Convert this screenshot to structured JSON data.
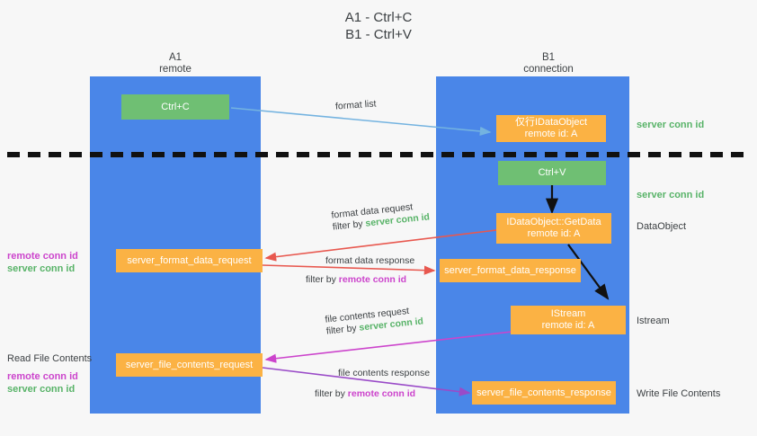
{
  "title": {
    "line1": "A1 - Ctrl+C",
    "line2": "B1 - Ctrl+V"
  },
  "lanes": [
    {
      "id": "a1",
      "name": "A1",
      "sub": "remote",
      "color": "#4a86e8"
    },
    {
      "id": "b1",
      "name": "B1",
      "sub": "connection",
      "color": "#4a86e8"
    }
  ],
  "colors": {
    "lane": "#4a86e8",
    "green_box": "#6fbf73",
    "orange_box": "#fbb244",
    "server_conn_id": "#58b368",
    "remote_conn_id": "#cc44cc",
    "arrow_blue": "#74b3e0",
    "arrow_red": "#e8584f",
    "arrow_magenta": "#cc44cc",
    "arrow_purple": "#9a4bc8",
    "arrow_black": "#000000",
    "divider": "#000000",
    "background": "#f7f7f7"
  },
  "nodes": {
    "ctrl_c": {
      "label": "Ctrl+C",
      "sub": ""
    },
    "idataobject": {
      "label": "仅行IDataObject",
      "sub": "remote id: A"
    },
    "ctrl_v": {
      "label": "Ctrl+V",
      "sub": ""
    },
    "getdata": {
      "label": "IDataObject::GetData",
      "sub": "remote id: A"
    },
    "server_format_data_request": {
      "label": "server_format_data_request",
      "sub": ""
    },
    "server_format_data_response": {
      "label": "server_format_data_response",
      "sub": ""
    },
    "istream": {
      "label": "IStream",
      "sub": "remote id: A"
    },
    "server_file_contents_request": {
      "label": "server_file_contents_request",
      "sub": ""
    },
    "server_file_contents_response": {
      "label": "server_file_contents_response",
      "sub": ""
    }
  },
  "edge_labels": {
    "format_list": "format list",
    "format_data_request": "format data request",
    "format_data_request_filter_prefix": "filter by ",
    "format_data_request_filter_value": "server conn id",
    "format_data_response": "format data response",
    "format_data_response_filter_prefix": "filter by ",
    "format_data_response_filter_value": "remote conn id",
    "file_contents_request": "file contents request",
    "file_contents_request_filter_prefix": "filter by ",
    "file_contents_request_filter_value": "server conn id",
    "file_contents_response": "file contents response",
    "file_contents_response_filter_prefix": "filter by ",
    "file_contents_response_filter_value": "remote conn id"
  },
  "right_labels": {
    "server_conn_id_top": "server conn id",
    "server_conn_id_mid": "server conn id",
    "data_object": "DataObject",
    "istream": "Istream",
    "write_file_contents": "Write File Contents"
  },
  "left_labels": {
    "remote_conn_id_mid": "remote conn id",
    "server_conn_id_mid": "server conn id",
    "read_file_contents": "Read File Contents",
    "remote_conn_id_bottom": "remote conn id",
    "server_conn_id_bottom": "server conn id"
  }
}
